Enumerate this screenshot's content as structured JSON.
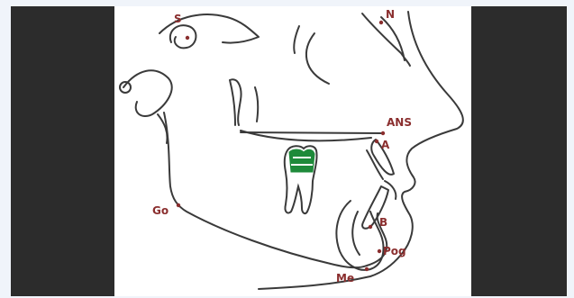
{
  "diagram": {
    "line_color": "#3a3a3a",
    "label_color": "#8a2e2e",
    "tooth_fill": "#1e8a3a",
    "landmarks": {
      "s": "S",
      "n": "N",
      "ans": "ANS",
      "a": "A",
      "go": "Go",
      "b": "B",
      "pog": "Pog",
      "me": "Me"
    }
  }
}
